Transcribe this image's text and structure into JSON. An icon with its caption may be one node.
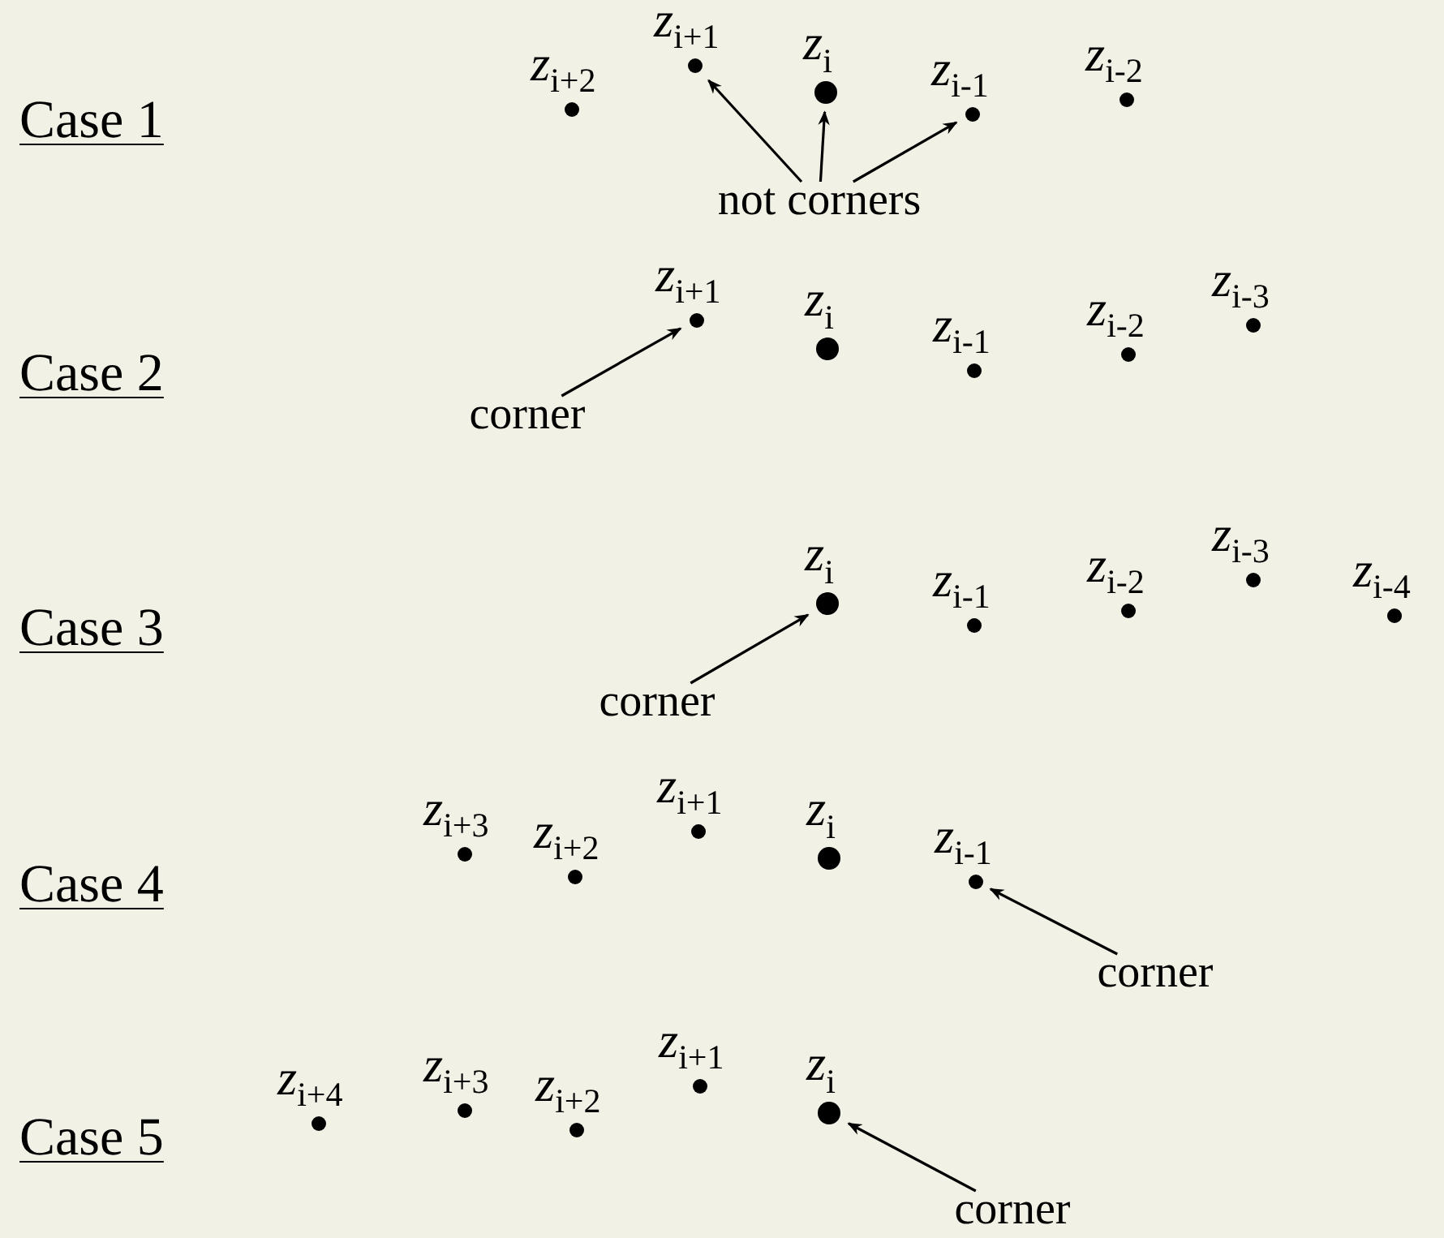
{
  "diagram": {
    "nodes": [
      {
        "text": [],
        "shape": "circle",
        "beside": [
          "z$_{i+2}$"
        ]
      },
      {
        "text": [],
        "shape": "circle",
        "beside": [
          "z$_{i+1}$"
        ]
      },
      {
        "text": [],
        "shape": "circle",
        "beside": [
          "z$_{i}$"
        ]
      },
      {
        "text": [],
        "shape": "circle",
        "beside": [
          "z$_{i-1}$"
        ]
      },
      {
        "text": [],
        "shape": "circle",
        "beside": [
          "z$_{i-2}$"
        ]
      },
      {
        "text": [
          "not corners"
        ]
      },
      {
        "text": [],
        "shape": "circle",
        "beside": [
          "z$_{i+1}$"
        ]
      },
      {
        "text": [],
        "shape": "circle",
        "beside": [
          "z$_{i}$"
        ]
      },
      {
        "text": [],
        "shape": "circle",
        "beside": [
          "z$_{i-1}$"
        ]
      },
      {
        "text": [],
        "shape": "circle",
        "beside": [
          "z$_{i-2}$"
        ]
      },
      {
        "text": [],
        "shape": "circle",
        "beside": [
          "z$_{i-3}$"
        ]
      },
      {
        "text": [
          "corner"
        ]
      },
      {
        "text": [],
        "shape": "circle",
        "beside": [
          "z$_{i}$"
        ]
      },
      {
        "text": [],
        "shape": "circle",
        "beside": [
          "z$_{i-1}$"
        ]
      },
      {
        "text": [],
        "shape": "circle",
        "beside": [
          "z$_{i-2}$"
        ]
      },
      {
        "text": [],
        "shape": "circle",
        "beside": [
          "z$_{i-3}$"
        ]
      },
      {
        "text": [],
        "shape": "circle",
        "beside": [
          "z$_{i-4}$"
        ]
      },
      {
        "text": [
          "corner"
        ]
      },
      {
        "text": [],
        "shape": "circle",
        "beside": [
          "z$_{i+3}$"
        ]
      },
      {
        "text": [],
        "shape": "circle",
        "beside": [
          "z$_{i+2}$"
        ]
      },
      {
        "text": [],
        "shape": "circle",
        "beside": [
          "z$_{i+1}$"
        ]
      },
      {
        "text": [],
        "shape": "circle",
        "beside": [
          "z$_{i}$"
        ]
      },
      {
        "text": [],
        "shape": "circle",
        "beside": [
          "z$_{i-1}$"
        ]
      },
      {
        "text": [
          "corner"
        ]
      },
      {
        "text": [],
        "shape": "circle",
        "beside": [
          "z$_{i+4}$"
        ]
      },
      {
        "text": [],
        "shape": "circle",
        "beside": [
          "z$_{i+3}$"
        ]
      },
      {
        "text": [],
        "shape": "circle",
        "beside": [
          "z$_{i+2}$"
        ]
      },
      {
        "text": [],
        "shape": "circle",
        "beside": [
          "z$_{i+1}$"
        ]
      },
      {
        "text": [],
        "shape": "circle",
        "beside": [
          "z$_{i}$"
        ]
      },
      {
        "text": [
          "corner"
        ]
      }
    ],
    "edges": [
      {
        "from": 5,
        "to": 1,
        "arrow": "to"
      },
      {
        "from": 5,
        "to": 2,
        "arrow": "to"
      },
      {
        "from": 5,
        "to": 3,
        "arrow": "to"
      },
      {
        "from": 11,
        "to": 6,
        "arrow": "to"
      },
      {
        "from": 17,
        "to": 12,
        "arrow": "to"
      },
      {
        "from": 23,
        "to": 22,
        "arrow": "to"
      },
      {
        "from": 29,
        "to": 28,
        "arrow": "to"
      }
    ],
    "labels": [
      "Case 1",
      "Case 2",
      "Case 3",
      "Case 4",
      "Case 5"
    ]
  }
}
